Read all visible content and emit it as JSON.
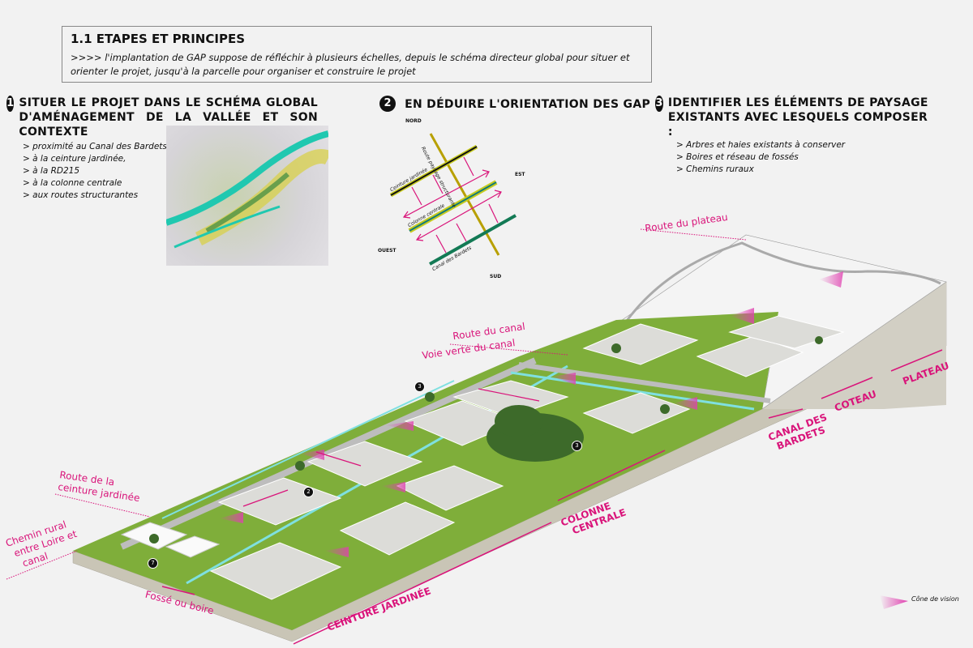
{
  "header": {
    "title": "1.1 ETAPES ET PRINCIPES",
    "subtitle": ">>>> l'implantation de GAP suppose de réfléchir à plusieurs échelles, depuis le schéma directeur global pour situer et orienter le projet, jusqu'à la parcelle pour organiser et construire le projet"
  },
  "steps": [
    {
      "num": "1",
      "title": "SITUER LE PROJET DANS LE SCHÉMA GLOBAL D'AMÉNAGEMENT DE LA VALLÉE ET SON CONTEXTE",
      "bullets": [
        "> proximité au Canal des Bardets,",
        "> à la ceinture jardinée,",
        "> à la RD215",
        "> à la colonne centrale",
        "> aux routes structurantes"
      ]
    },
    {
      "num": "2",
      "title": "EN DÉDUIRE L'ORIENTATION DES GAP",
      "bullets": []
    },
    {
      "num": "3",
      "title": "IDENTIFIER LES ÉLÉMENTS DE PAYSAGE EXISTANTS AVEC LESQUELS COMPOSER :",
      "bullets": [
        "> Arbres et haies existants à conserver",
        "> Boires et réseau de fossés",
        "> Chemins ruraux"
      ]
    }
  ],
  "orientation_diagram": {
    "nord": "NORD",
    "sud": "SUD",
    "est": "EST",
    "ouest": "OUEST",
    "route": "Route paysage structurante",
    "ceinture": "Ceinture jardinée",
    "colonne": "Colonne centrale",
    "canal": "Canal des Bardets"
  },
  "block_labels": {
    "route_plateau": "Route du plateau",
    "route_canal": "Route du canal",
    "voie_verte": "Voie verte du canal",
    "route_ceinture": [
      "Route de la",
      "ceinture jardinée"
    ],
    "chemin_rural": [
      "Chemin rural",
      "entre Loire et",
      "canal"
    ],
    "fosse": "Fossé ou boire",
    "ceinture_jardinee": "CEINTURE JARDINÉE",
    "colonne_centrale": [
      "COLONNE",
      "CENTRALE"
    ],
    "canal_bardets": [
      "CANAL DES",
      "BARDETS"
    ],
    "coteau": "COTEAU",
    "plateau": "PLATEAU"
  },
  "markers": [
    "3",
    "3",
    "2",
    "7"
  ],
  "legend": {
    "cone": "Cône de vision"
  },
  "colors": {
    "accent": "#d9147a",
    "grass": "#7fae3a",
    "water": "#7fe0e0",
    "slab": "#cfcbbd"
  }
}
